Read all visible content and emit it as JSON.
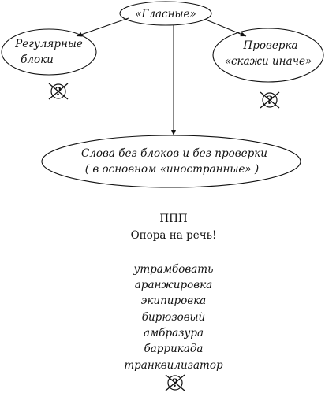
{
  "top_node": {
    "label": "«Гласные»"
  },
  "left_node": {
    "line1": "Регулярные",
    "line2": "блоки"
  },
  "right_node": {
    "line1": "Проверка",
    "line2": "«скажи иначе»"
  },
  "center_node": {
    "line1": "Слова без блоков и без проверки",
    "line2": "( в основном «иностранные» )"
  },
  "note": {
    "abbr": "ППП",
    "text": "Опора на речь!"
  },
  "words": [
    "утрамбовать",
    "аранжировка",
    "экипировка",
    "бирюзовый",
    "амбразура",
    "баррикада",
    "транквилизатор"
  ],
  "icons": {
    "no_check": "crossed-out-question-icon"
  }
}
